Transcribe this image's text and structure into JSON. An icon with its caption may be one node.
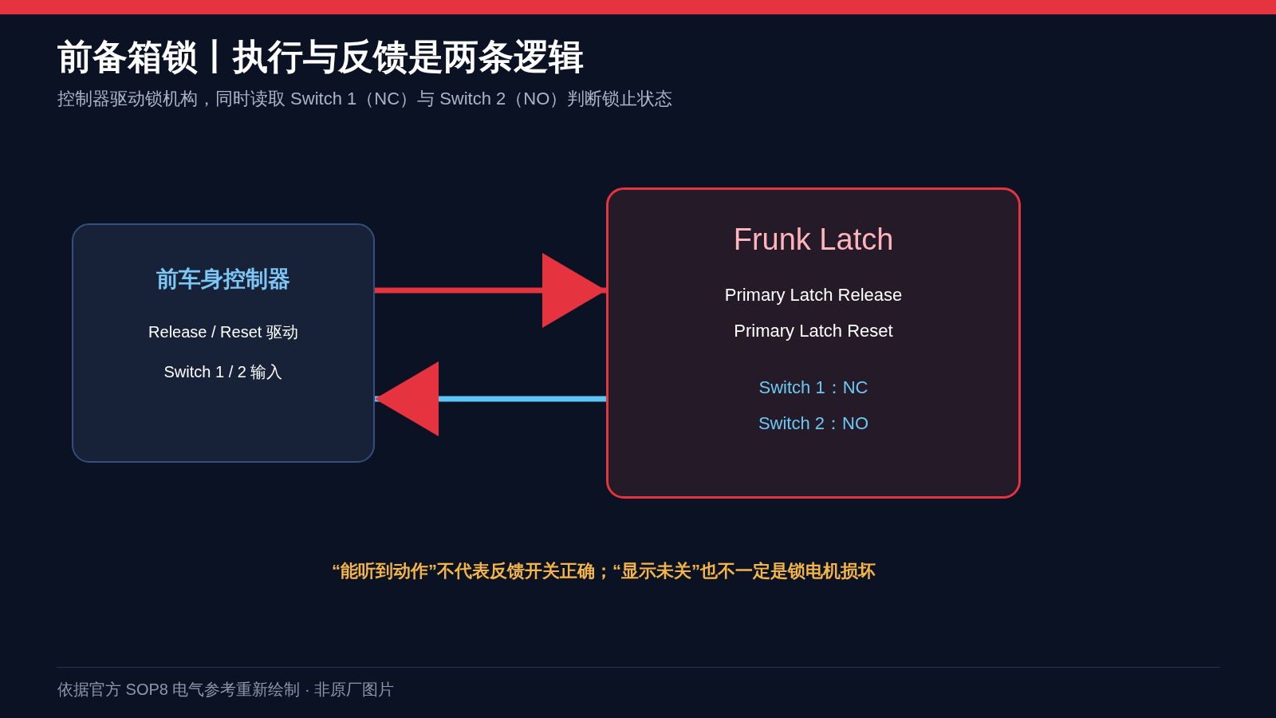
{
  "diagram": {
    "title": "前备箱锁丨执行与反馈是两条逻辑",
    "nodes": [
      {
        "text": [
          "前车身控制器",
          "Release / Reset 驱动",
          "Switch 1 / 2 输入"
        ]
      },
      {
        "text": [
          "Frunk Latch",
          "Primary Latch Release",
          "Primary Latch Reset",
          "Switch 1：NC",
          "Switch 2：NO"
        ]
      }
    ],
    "edges": [
      {
        "from": 0,
        "to": 1,
        "arrow": "to"
      },
      {
        "from": 1,
        "to": 0,
        "arrow": "to",
        "color": "#5ec4f5"
      }
    ],
    "labels": [
      "控制器驱动锁机构，同时读取 Switch 1（NC）与 Switch 2（NO）判断锁止状态",
      "“能听到动作”不代表反馈开关正确；“显示未关”也不一定是锁电机损坏",
      "依据官方 SOP8 电气参考重新绘制 · 非原厂图片"
    ]
  }
}
